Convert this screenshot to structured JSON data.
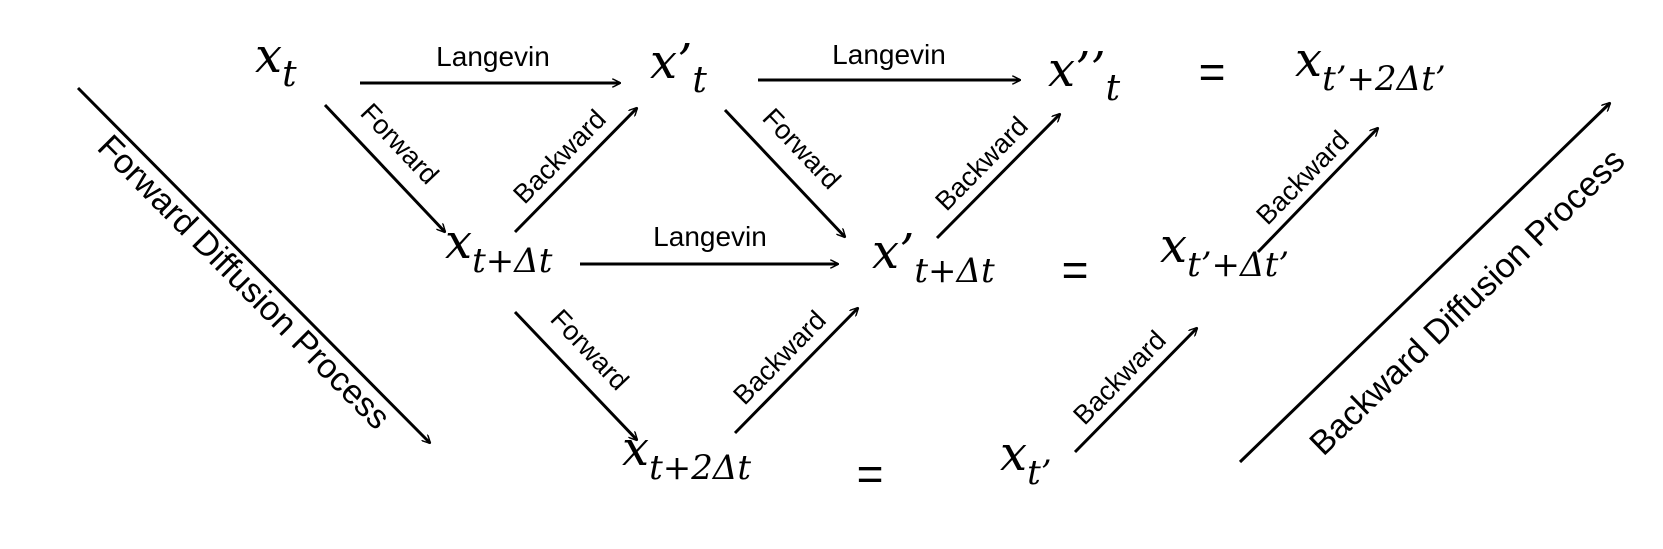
{
  "nodes": {
    "xt": {
      "base": "x",
      "sub": "t"
    },
    "xpt": {
      "base": "x’",
      "sub": "t"
    },
    "xppt": {
      "base": "x’’",
      "sub": "t"
    },
    "xtp2": {
      "base": "x",
      "sub": "t’+2Δt’"
    },
    "xtdt": {
      "base": "x",
      "sub": "t+Δt"
    },
    "xptdt": {
      "base": "x’",
      "sub": "t+Δt"
    },
    "xtp1": {
      "base": "x",
      "sub": "t’+Δt’"
    },
    "xt2dt": {
      "base": "x",
      "sub": "t+2Δt"
    },
    "xtp": {
      "base": "x",
      "sub": "t’"
    }
  },
  "equals_sign": "=",
  "labels": {
    "langevin": "Langevin",
    "forward": "Forward",
    "backward": "Backward",
    "forward_process": "Forward Diffusion Process",
    "backward_process": "Backward Diffusion Process"
  }
}
